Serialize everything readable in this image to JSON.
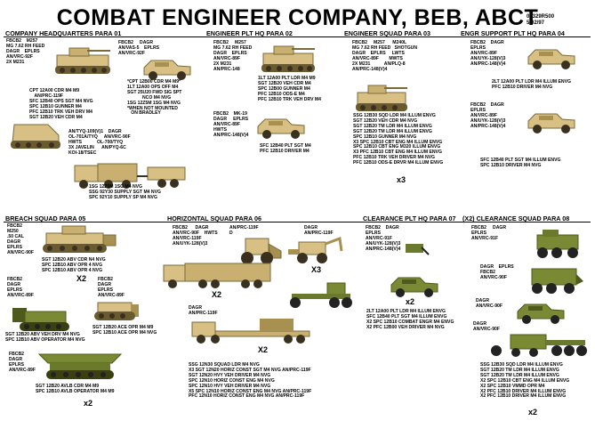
{
  "header": {
    "title": "COMBAT ENGINEER COMPANY, BEB, ABCT",
    "code": "05329R500",
    "date": "5/02/97"
  },
  "sections": {
    "hq": "COMPANY HEADQUARTERS  PARA 01",
    "eng": "ENGINEER PLT HQ  PARA 02",
    "squad": "ENGINEER SQUAD  PARA 03",
    "engr": "ENGR SUPPORT PLT HQ  PARA 04",
    "breach": "BREACH SQUAD  PARA 05",
    "horiz": "HORIZONTAL SQUAD  PARA 06",
    "clear": "CLEARANCE PLT HQ PARA 07",
    "clear2": "(X2) CLEARANCE SQUAD  PARA 08"
  },
  "text": {
    "hq_equip": "FBCB2    M257\nMG 7.62 RH FEED\nDAGR    EPLRS\nAN/VRC-92F\n2X M231",
    "hq_dagr": "FBCB2     DAGR\nAN/VAS-5    EPLRS\nAN/VRC-92F",
    "hq_crew1": "CPT 12A00 CDR M4 M9\n    AN/PRC-119F\nSFC 12B40 OPS SGT M4 NVG\nSPC 12B10 GUNNER M4\nPFC 12B10 TRK VEH DRV M4\nSGT 12B20 VEH CDR M4",
    "hq_crew2": "*CPT 12B00 CDR M4 M9*\n1LT 12A00 OPS OFF M4\nSGT 25U20 FWD SIG SPT\n            NCO M4 NVG\n1SG 12Z5M 1SG M4 NVG\n*WHEN NOT MOUNTED\n   ON BRADLEY",
    "hq_radio": "AN/TYQ-109(V)1    DAGR\nOL-701A/TYQ     AN/VRC-90F\nHWTS            OL-700/TYQ\n3X JAVELIN      AN/PYQ-6C\nKOI-18/TSEC",
    "hq_supply": "1SG 12Z5M 1SG M4 NVG\nSSG 92Y30 SUPPLY SGT M4 NVG\nSPC 92Y10 SUPPLY SP M4 NVG",
    "eng_equip": "FBCB2     M257\nMG 7.62 RH FEED\nDAGR    EPLRS\nAN/VRC-89F\n2X M231\nAN/PRC-148",
    "eng_crew": "1LT 12A00 PLT LDR M4 M9\nSGT 12B20 VEH CDR M4\nSPC 12B00 GUNNER M4\nPFC 12B10 ODS-E M4\nPFC 12B10 TRK VEH DRV M4",
    "eng_mk": "FBCB2    MK-19\nDAGR     EPLRS\nAN/VRC-89F\nHWTS\nAN/PRC-148(V)4",
    "eng_crew2": "SFC 12B40 PLT SGT M4\nPFC 12B10 DRIVER M4",
    "sq_equip": "FBCB2     M257      M240L\nMG 7.62 RH FEED   SHOTGUN\nDAGR    EPLRS     LWTS\nAN/VRC-89F        MWTS\n2X M231           AN/PLQ-8\nAN/PRC-148(V)4",
    "sq_crew": "SSG 12B30 SQD LDR M4 ILLUM ENVG\nSGT 12B20 VEH CDR M4 NVG\nSGT 12B20 TM LDR M4 ILLUM ENVG\nSGT 12B20 TM LDR M4 ILLUM ENVG\nSPC 12B10 GUNNER M4 NVG\nX3 SPC 12B10 CBT ENG M4 ILLUM ENVG\nSPC 12B10 CBT ENG M320 ILLUM ENVG\nX3 PFC 12B10 CBT ENG M4 ILLUM ENVG\nPFC 12B10 TRK VEH DRIVER M4 NVG\nPFC 12B10 ODS-E DRVR M4 ILLUM ENVG",
    "engr_a": "FBCB2    DAGR\nEPLRS\nAN/VRC-89F\nAN/UYK-128(V)3\nAN/PRC-148(V)4",
    "engr_crewa": "2LT 12A00 PLT LDR M4 ILLUM ENVG\nPFC 12B10 DRIVER M4 NVG",
    "engr_b": "FBCB2    DAGR\nEPLRS\nAN/VRC-89F\nAN/UYK-128(V)3\nAN/PRC-148(V)4",
    "engr_crewb": "SFC 12B40 PLT SGT M4 ILLUM ENVG\nSPC 12B10 DRIVER M4 NVG",
    "br_a": "FBCB2\nM250\n.50 CAL\nDAGR\nEPLRS\nAN/VRC-90F",
    "br_crewa": "SGT 12B20 ABV CDR N4 NVG\nSPC 12B10 ABV OPR 4 NVG\nSPC 12B10 ABV OPR 4 NVG",
    "br_b": "FBCB2\nDAGR\nEPLRS\nAN/VRC-89F",
    "br_c": "FBCB2\nDAGR\nEPLRS\nAN/VRC-89F",
    "br_crewb": "SGT 12B20 ABV VEH DRV M4 NVG\nSPC 12B10 ABV OPERATOR M4 NVG",
    "br_crewc": "SGT 12B20 ACE OPR M4 M9\nSPC 12B10 ACE OPR M4 NVG",
    "br_d": "FBCB2\nDAGR\nEPLRS\nAN/VRC-89F",
    "br_crewd": "SGT 12B20 AVLB CDR M4 M9\nSPC 12B10 AVLB OPERATOR M4 M9",
    "hz_a": "FBCB2      DAGR\nAN/VRC-90F    HWTS\nAN/VRC-119F\nAN/UYK-128(V)3",
    "hz_b": "AN/PRC-119F\nD",
    "hz_c": "DAGR\nAN/PRC-119F",
    "hz_d": "DAGR\nAN/PRC-119F",
    "hz_crew": "SSG 12N30 SQUAD LDR M4 NVG\nX3 SGT 12N20 HORIZ CONST SGT M4 NVG AN/PRC-119F\nSGT 12N20 HVY VEH DRIVER M4 NVG\nSPC 12N10 HORIZ CONST ENG M4 NVG\nSPC 12N10 HVY VEH DRIVER M4 NVG\nX5 SPC 12N10 HORIZ CONST ENG M4 NVG AN/PRC-119F\nPFC 12N10 HORIZ CONST ENG M4 NVG AN/PRC-119F",
    "cl_a": "FBCB2    DAGR\nEPLRS\nAN/VRC-91F\nAN/UYK-128(V)3\nAN/PRC-148(V)4",
    "cl_crew": "2LT 12A00 PLT LDR M4 ILLUM ENVG\nSFC 12B40 PLT SGT M4 ILLUM ENVG\nX2 SPC 12B10 COMBAT ENGR M4 ENVG\nX2 PFC 12B00 VEH DRIVER M4 NVG",
    "c2_a": "FBCB2     DAGR\nEPLRS\nAN/VRC-91F",
    "c2_b": "DAGR    EPLRS\nFBCB2\nAN/VRC-90F",
    "c2_c": "DAGR\nAN/VRC-90F",
    "c2_d": "DAGR\nAN/VRC-90F",
    "c2_crew": "SSG 12B30 SQD LDR M4 ILLUM ENVG\nSGT 12B20 TM LDR M4 ILLUM ENVG\nSGT 12B20 TM LDR M4 ILLUM ENVG\nX2 SPC 12B10 CBT ENG M4 ILLUM ENVG\nX2 SPC 12B10 VMMD OPR M4\nX2 PFC 12B10 DRIVER M4 ILLUM ENVG\nX2 PFC 12B10 DRIVER M4 ILLUM ENVG"
  },
  "multipliers": {
    "x3": "x3",
    "x2": "X2",
    "x2b": "x2",
    "x3b": "X3"
  },
  "colors": {
    "tan": "#d8c084",
    "tan_dark": "#a88c4c",
    "olive": "#7a8a34",
    "olive_dark": "#4e5a1c",
    "line": "#000000"
  }
}
